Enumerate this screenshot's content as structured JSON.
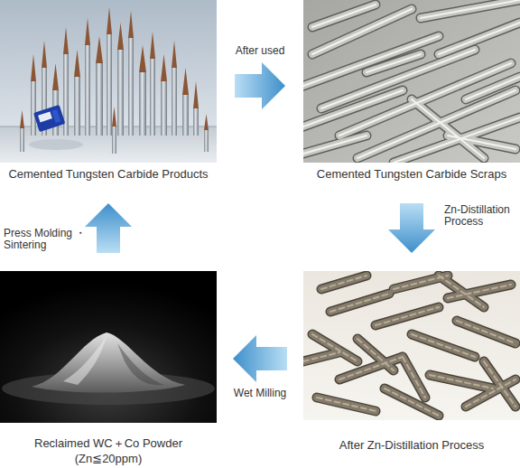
{
  "diagram": {
    "nodes": [
      {
        "text": [
          "Cemented Tungsten Carbide Products"
        ]
      },
      {
        "text": [
          "Cemented Tungsten Carbide Scraps"
        ]
      },
      {
        "text": [
          "Reclaimed WC＋Co Powder (Zn≦20ppm)"
        ]
      },
      {
        "text": [
          "After Zn-Distillation Process"
        ]
      }
    ],
    "edges": [
      {
        "from": 0,
        "to": 1,
        "label": "After used",
        "arrow": "to"
      },
      {
        "from": 1,
        "to": 3,
        "label": "Zn-Distillation Process",
        "arrow": "to"
      },
      {
        "from": 3,
        "to": 2,
        "label": "Wet Milling",
        "arrow": "to"
      },
      {
        "from": 2,
        "to": 0,
        "label": "Press Molding ・Sintering",
        "arrow": "to"
      }
    ]
  }
}
